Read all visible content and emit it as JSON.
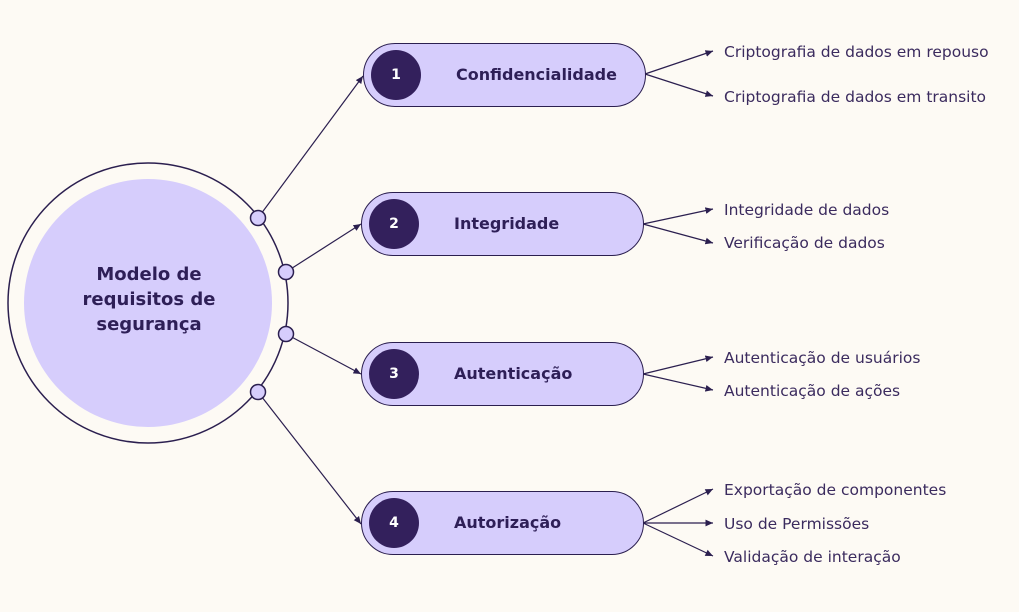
{
  "center": {
    "title_lines": [
      "Modelo de",
      "requisitos de",
      "segurança"
    ]
  },
  "nodes": [
    {
      "number": "1",
      "label": "Confidencialidade",
      "items": [
        "Criptografia de dados em repouso",
        "Criptografia de dados em transito"
      ]
    },
    {
      "number": "2",
      "label": "Integridade",
      "items": [
        "Integridade de dados",
        "Verificação de dados"
      ]
    },
    {
      "number": "3",
      "label": "Autenticação",
      "items": [
        "Autenticação de usuários",
        "Autenticação de ações"
      ]
    },
    {
      "number": "4",
      "label": "Autorização",
      "items": [
        "Exportação de componentes",
        "Uso de Permissões",
        "Validação de interação"
      ]
    }
  ],
  "colors": {
    "background": "#fdfaf4",
    "fill_lavender": "#d6cdfc",
    "badge_dark": "#33205c",
    "line": "#2b1f4f"
  }
}
